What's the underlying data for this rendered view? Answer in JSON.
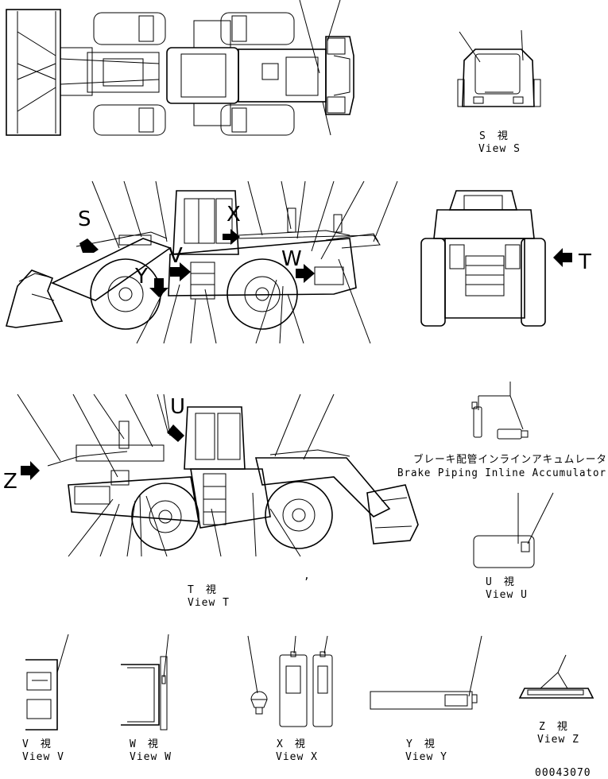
{
  "drawing": {
    "letters": {
      "s": "S",
      "t": "T",
      "u": "U",
      "v": "V",
      "w": "W",
      "x": "X",
      "y": "Y",
      "z": "Z"
    },
    "views": {
      "s_jp": "S　視",
      "s_en": "View S",
      "t_jp": "T　視",
      "t_en": "View T",
      "u_jp": "U　視",
      "u_en": "View U",
      "v_jp": "V　視",
      "v_en": "View V",
      "w_jp": "W　視",
      "w_en": "View W",
      "x_jp": "X　視",
      "x_en": "View X",
      "y_jp": "Y　視",
      "y_en": "View Y",
      "z_jp": "Z　視",
      "z_en": "View Z"
    },
    "accumulator_jp": "ブレーキ配管インラインアキュムレータ",
    "accumulator_en": "Brake Piping Inline Accumulator",
    "stray_mark": ",",
    "drawing_number": "00043070",
    "line_color": "#000000",
    "background": "#ffffff"
  }
}
